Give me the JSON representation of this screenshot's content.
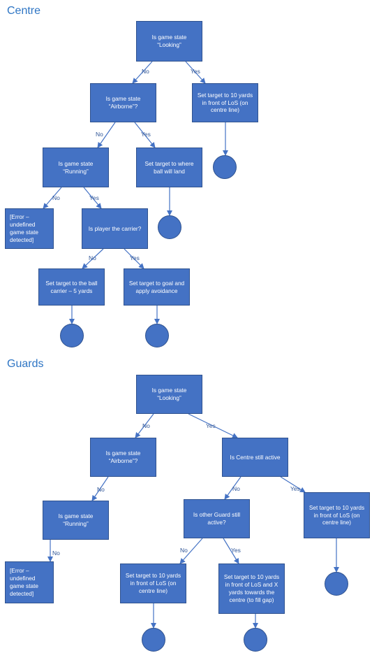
{
  "centre": {
    "title": "Centre",
    "q_looking": "Is game state “Looking”",
    "q_airborne": "Is game state “Airborne”?",
    "q_running": "Is game state “Running”",
    "q_carrier": "Is player the carrier?",
    "a_target_los": "Set target to 10 yards in front of LoS (on centre line)",
    "a_ball_land": "Set target to where ball will land",
    "a_error": "[Error – undefined game state detected]",
    "a_carrier_minus": "Set target to the ball carrier – 5 yards",
    "a_goal_avoid": "Set target to goal and apply avoidance"
  },
  "guards": {
    "title": "Guards",
    "q_looking": "Is game state “Looking”",
    "q_airborne": "Is game state “Airborne”?",
    "q_running": "Is game state “Running”",
    "q_centre_active": "Is Centre still active",
    "q_other_guard": "Is other Guard still active?",
    "a_error": "[Error – undefined game state detected]",
    "a_target_los_1": "Set target to 10 yards in front of LoS (on centre line)",
    "a_target_los_2": "Set target to 10 yards in front of LoS (on centre line)",
    "a_fill_gap": "Set target to 10 yards in front of LoS and X yards towards the centre (to fill gap)"
  },
  "labels": {
    "yes": "Yes",
    "no": "No"
  },
  "colors": {
    "box": "#4472c4",
    "border": "#2f528f",
    "title": "#2e75c4",
    "label": "#2f5597"
  }
}
